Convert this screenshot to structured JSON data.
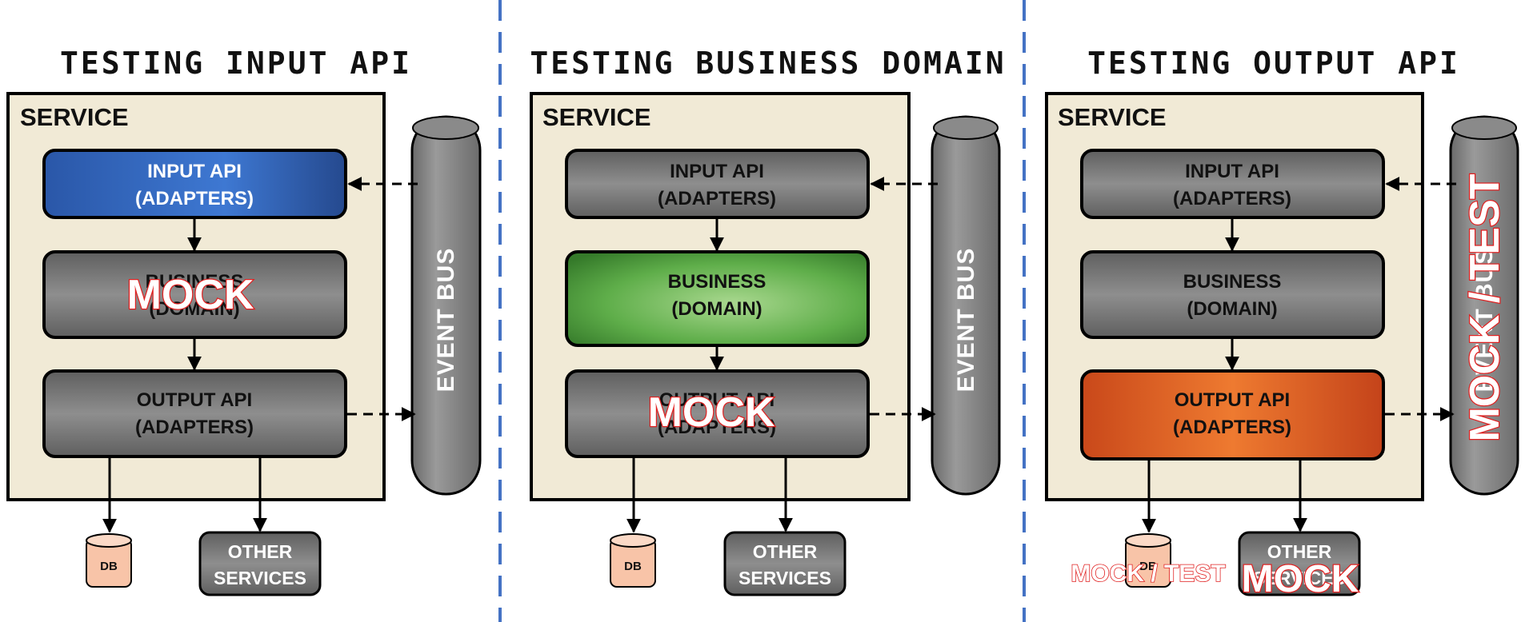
{
  "colors": {
    "divider": "#4472c4",
    "service_bg": "#f1ead6",
    "box_grey": "#7a7a7a",
    "input_highlight": "#3b6fc9",
    "business_highlight": "#5fae4a",
    "output_highlight": "#e8641f",
    "db_fill": "#f8c4a8",
    "mock_outline": "#e02020"
  },
  "panels": [
    {
      "title": "TESTING INPUT API",
      "service_label": "SERVICE",
      "input_label_1": "INPUT API",
      "input_label_2": "(ADAPTERS)",
      "business_label_1": "BUSINESS",
      "business_label_2": "(DOMAIN)",
      "output_label_1": "OUTPUT API",
      "output_label_2": "(ADAPTERS)",
      "event_bus": "EVENT BUS",
      "db": "DB",
      "other_1": "OTHER",
      "other_2": "SERVICES",
      "highlight": "input",
      "mock": "MOCK"
    },
    {
      "title": "TESTING BUSINESS DOMAIN",
      "service_label": "SERVICE",
      "input_label_1": "INPUT API",
      "input_label_2": "(ADAPTERS)",
      "business_label_1": "BUSINESS",
      "business_label_2": "(DOMAIN)",
      "output_label_1": "OUTPUT API",
      "output_label_2": "(ADAPTERS)",
      "event_bus": "EVENT BUS",
      "db": "DB",
      "other_1": "OTHER",
      "other_2": "SERVICES",
      "highlight": "business",
      "mock": "MOCK"
    },
    {
      "title": "TESTING OUTPUT API",
      "service_label": "SERVICE",
      "input_label_1": "INPUT API",
      "input_label_2": "(ADAPTERS)",
      "business_label_1": "BUSINESS",
      "business_label_2": "(DOMAIN)",
      "output_label_1": "OUTPUT API",
      "output_label_2": "(ADAPTERS)",
      "event_bus": "EVENT BUS",
      "db": "DB",
      "other_1": "OTHER",
      "other_2": "SERVICES",
      "highlight": "output",
      "mock_bus": "MOCK / TEST",
      "mock_db": "MOCK / TEST",
      "mock_other": "MOCK"
    }
  ]
}
